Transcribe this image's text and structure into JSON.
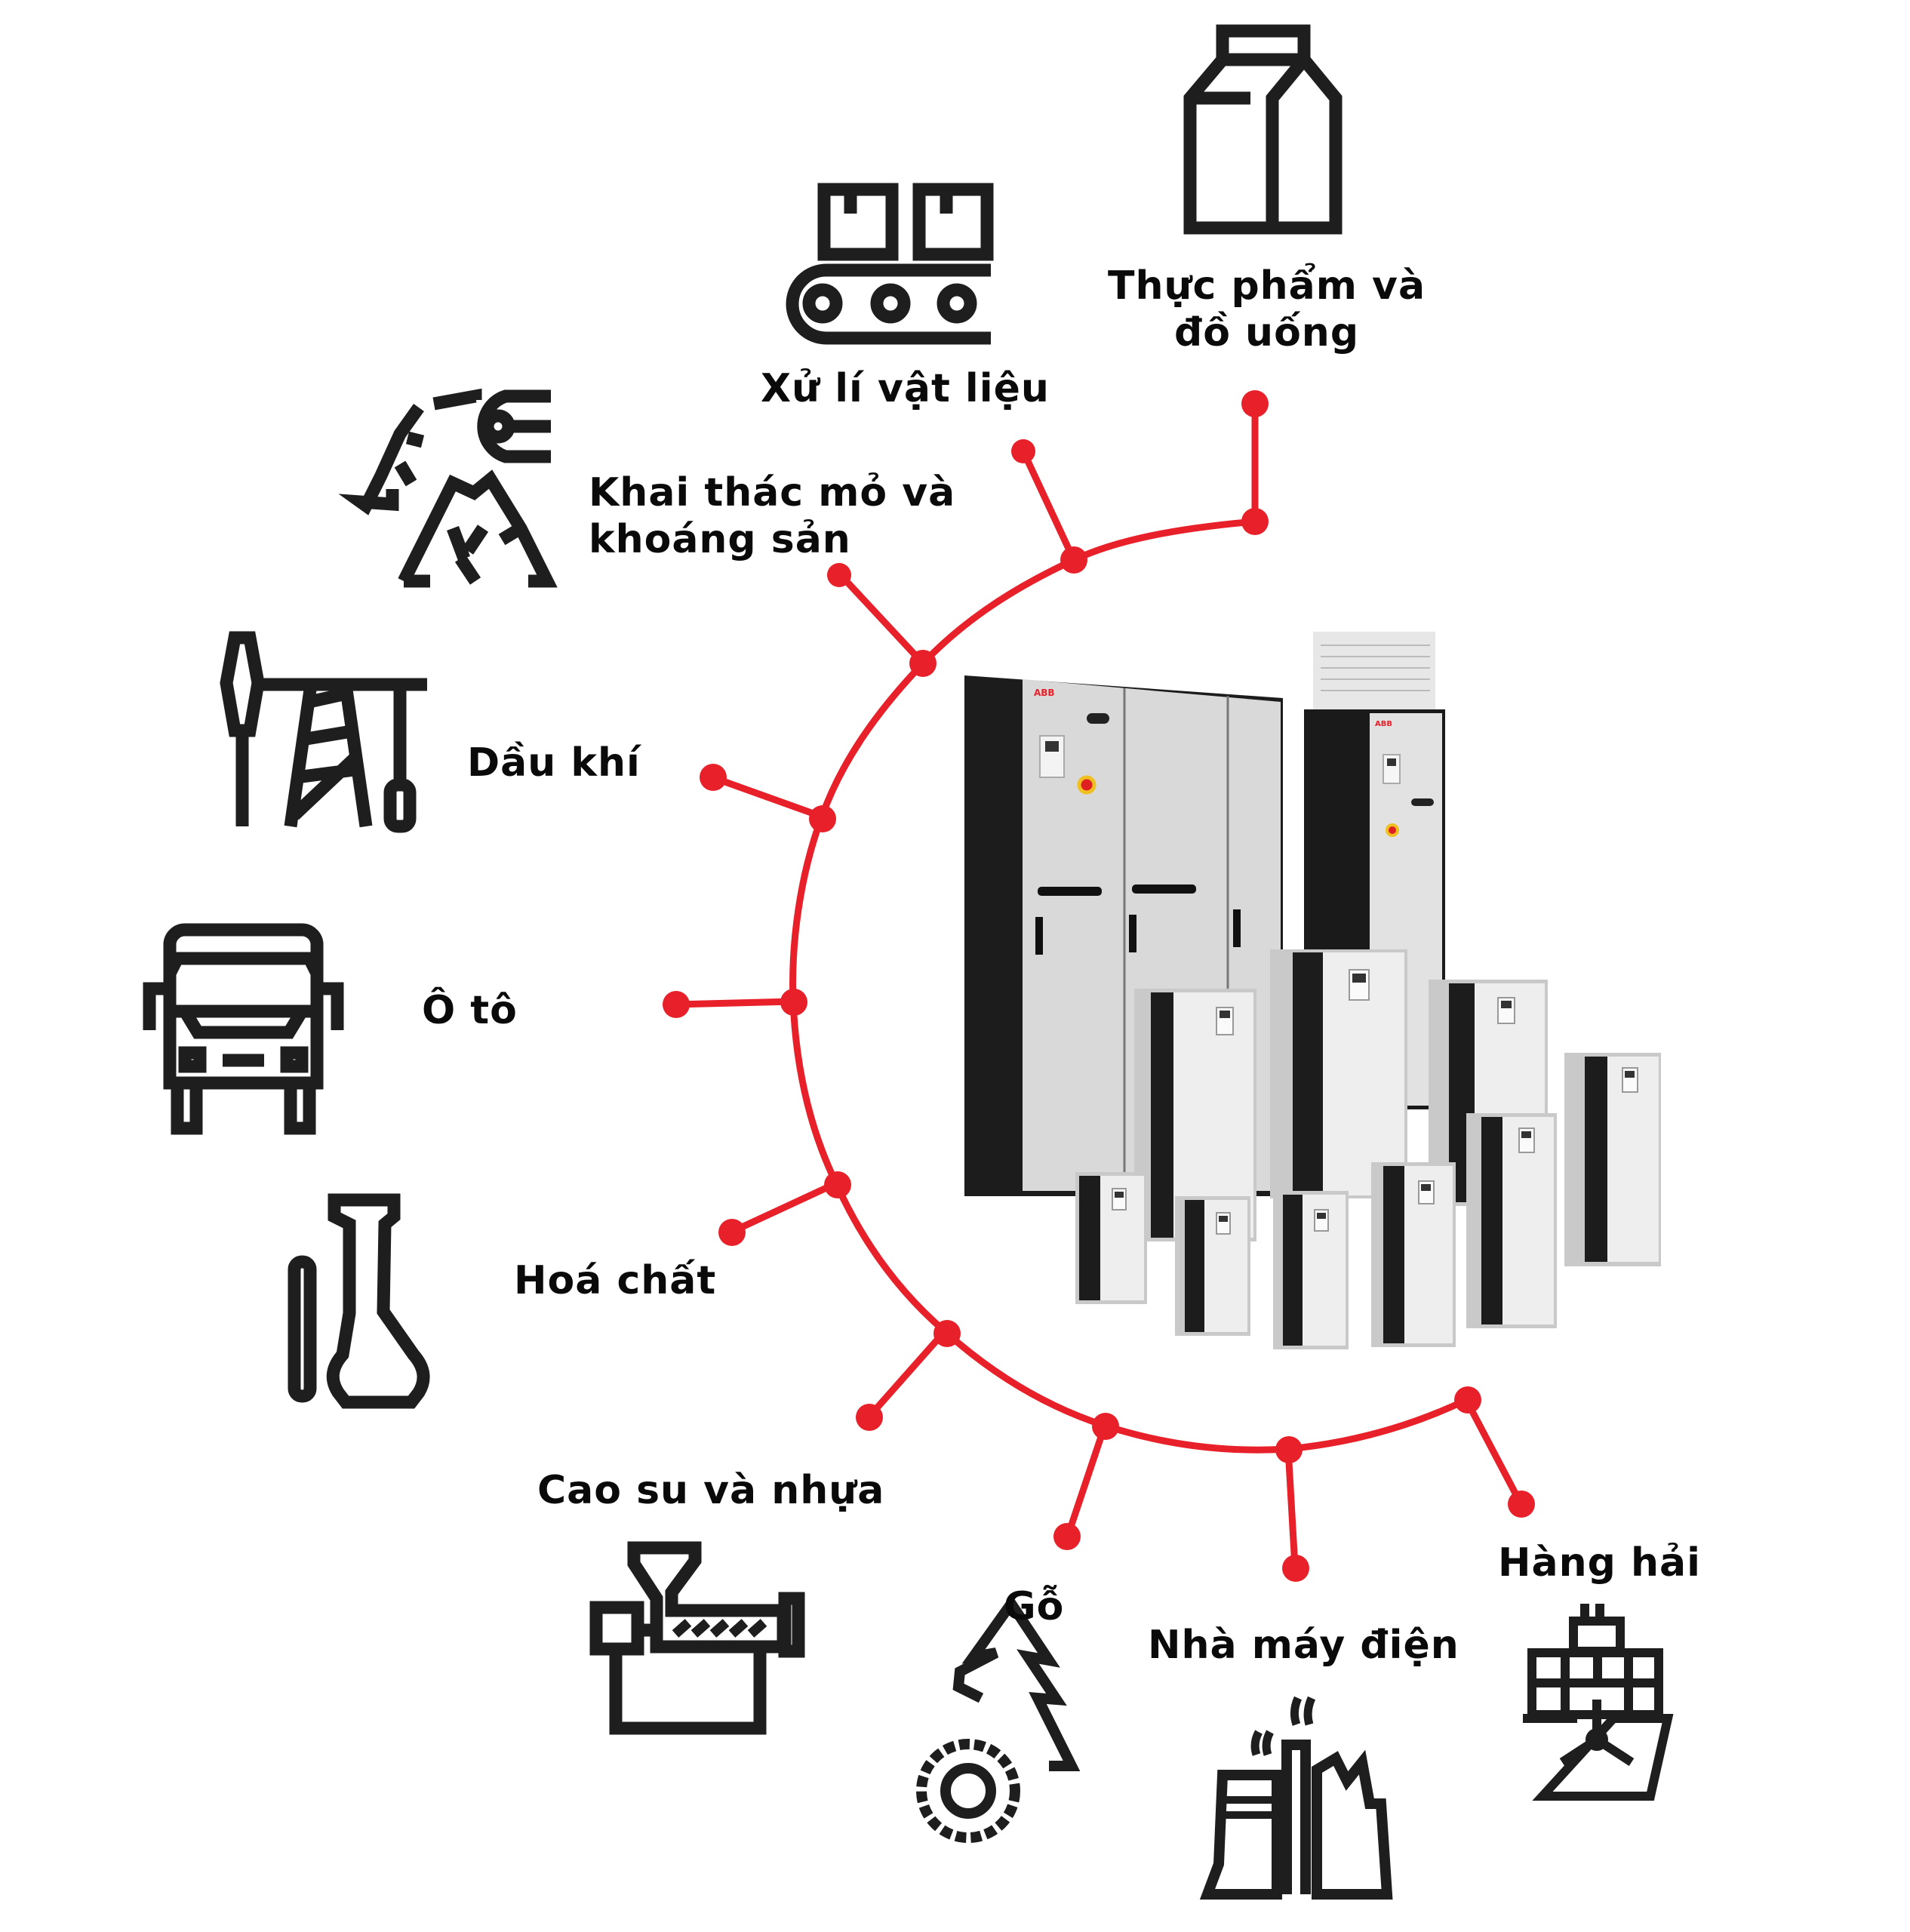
{
  "diagram": {
    "center_product": "ABB variable frequency drives (cabinet and wall-mounted units)",
    "product_brand_text": "ABB",
    "accent_color": "#e8202a",
    "icon_color": "#1e1e1e",
    "industries": [
      {
        "id": "food",
        "icon": "milk-carton-icon",
        "lines": [
          "Thực phẩm và",
          "đồ uống"
        ]
      },
      {
        "id": "material",
        "icon": "conveyor-belt-icon",
        "lines": [
          "Xử lí vật liệu"
        ]
      },
      {
        "id": "mining",
        "icon": "mining-icon",
        "lines": [
          "Khai thác mỏ và",
          "khoáng sản"
        ]
      },
      {
        "id": "oil",
        "icon": "oil-pump-icon",
        "lines": [
          "Dầu khí"
        ]
      },
      {
        "id": "auto",
        "icon": "bus-icon",
        "lines": [
          "Ô tô"
        ]
      },
      {
        "id": "chem",
        "icon": "flask-icon",
        "lines": [
          "Hoá chất"
        ]
      },
      {
        "id": "rubber",
        "icon": "extruder-icon",
        "lines": [
          "Cao su và nhựa"
        ]
      },
      {
        "id": "wood",
        "icon": "saw-tree-icon",
        "lines": [
          "Gỗ"
        ]
      },
      {
        "id": "power",
        "icon": "power-plant-icon",
        "lines": [
          "Nhà máy điện"
        ]
      },
      {
        "id": "marine",
        "icon": "cargo-ship-icon",
        "lines": [
          "Hàng hải"
        ]
      }
    ]
  }
}
